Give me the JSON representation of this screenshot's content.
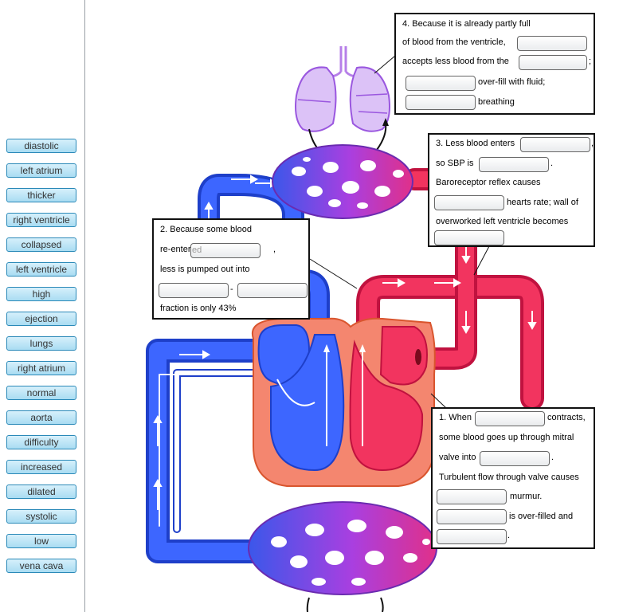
{
  "word_bank": [
    "diastolic",
    "left atrium",
    "thicker",
    "right ventricle",
    "collapsed",
    "left ventricle",
    "high",
    "ejection",
    "lungs",
    "right atrium",
    "normal",
    "aorta",
    "difficulty",
    "increased",
    "dilated",
    "systolic",
    "low",
    "vena cava"
  ],
  "box1": {
    "when": "1. When",
    "contracts": "contracts,",
    "some_blood": "some blood goes up through mitral",
    "valve_into": "valve into",
    "period": ".",
    "turbulent": "Turbulent flow through valve causes",
    "murmur": "murmur.",
    "overfilled": "is over-filled and",
    "period2": "."
  },
  "box2": {
    "because": "2. Because some blood",
    "reentered_pre": "re-enter",
    "reentered_partial": "ed",
    "comma": ",",
    "less": "less is pumped out into",
    "dash": "-",
    "fraction": "fraction is only 43%"
  },
  "box3": {
    "less_enters": "3. Less blood enters",
    "comma": ",",
    "so_sbp": "so SBP is",
    "period": ".",
    "baroreceptor": "Baroreceptor reflex causes",
    "hearts_rate": "hearts rate; wall of",
    "overworked": "overworked left ventricle becomes"
  },
  "box4": {
    "because": "4. Because it is already partly full",
    "of_blood": "of blood from the ventricle,",
    "accepts": "accepts less blood from the",
    "semicolon": ";",
    "overfill": "over-fill with fluid;",
    "breathing": "breathing"
  },
  "colors": {
    "deoxygenated": "#2f56e8",
    "oxygenated": "#e8245a",
    "capillary": "#b33fd6",
    "heart": "#f07a6a",
    "chip_border": "#2a89b8"
  }
}
